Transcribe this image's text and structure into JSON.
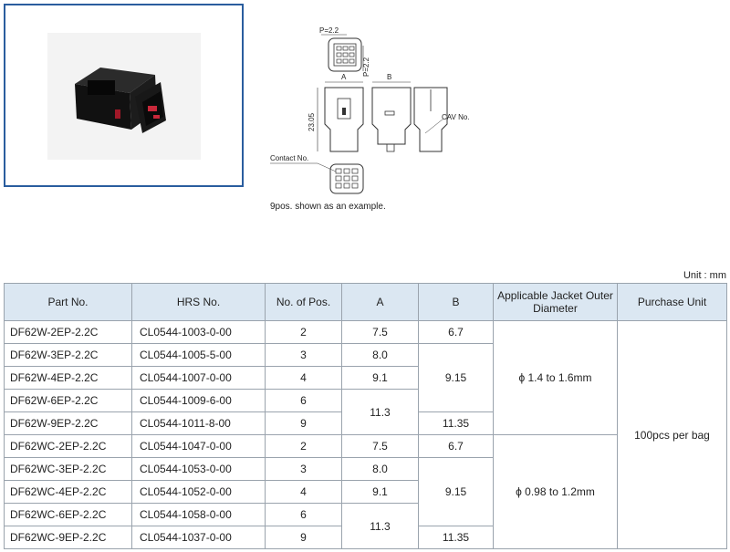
{
  "drawing": {
    "pitch_h": "P=2.2",
    "pitch_v": "P=2.2",
    "dim_a": "A",
    "dim_b": "B",
    "height": "23.05",
    "cav_label": "CAV No.",
    "contact_label": "Contact No.",
    "caption": "9pos. shown as an example."
  },
  "unit_note": "Unit : mm",
  "table": {
    "headers": [
      "Part No.",
      "HRS No.",
      "No. of Pos.",
      "A",
      "B",
      "Applicable Jacket Outer Diameter",
      "Purchase Unit"
    ],
    "rows": [
      {
        "part": "DF62W-2EP-2.2C",
        "hrs": "CL0544-1003-0-00",
        "pos": "2",
        "a": "7.5",
        "b": "6.7"
      },
      {
        "part": "DF62W-3EP-2.2C",
        "hrs": "CL0544-1005-5-00",
        "pos": "3",
        "a": "8.0",
        "b": "9.15"
      },
      {
        "part": "DF62W-4EP-2.2C",
        "hrs": "CL0544-1007-0-00",
        "pos": "4",
        "a": "9.1"
      },
      {
        "part": "DF62W-6EP-2.2C",
        "hrs": "CL0544-1009-6-00",
        "pos": "6",
        "a": "11.3"
      },
      {
        "part": "DF62W-9EP-2.2C",
        "hrs": "CL0544-1011-8-00",
        "pos": "9",
        "b": "11.35"
      },
      {
        "part": "DF62WC-2EP-2.2C",
        "hrs": "CL0544-1047-0-00",
        "pos": "2",
        "a": "7.5",
        "b": "6.7"
      },
      {
        "part": "DF62WC-3EP-2.2C",
        "hrs": "CL0544-1053-0-00",
        "pos": "3",
        "a": "8.0",
        "b": "9.15"
      },
      {
        "part": "DF62WC-4EP-2.2C",
        "hrs": "CL0544-1052-0-00",
        "pos": "4",
        "a": "9.1"
      },
      {
        "part": "DF62WC-6EP-2.2C",
        "hrs": "CL0544-1058-0-00",
        "pos": "6",
        "a": "11.3"
      },
      {
        "part": "DF62WC-9EP-2.2C",
        "hrs": "CL0544-1037-0-00",
        "pos": "9",
        "b": "11.35"
      }
    ],
    "jacket_w": "ϕ 1.4 to 1.6mm",
    "jacket_wc": "ϕ 0.98 to 1.2mm",
    "purchase_unit": "100pcs per bag"
  }
}
